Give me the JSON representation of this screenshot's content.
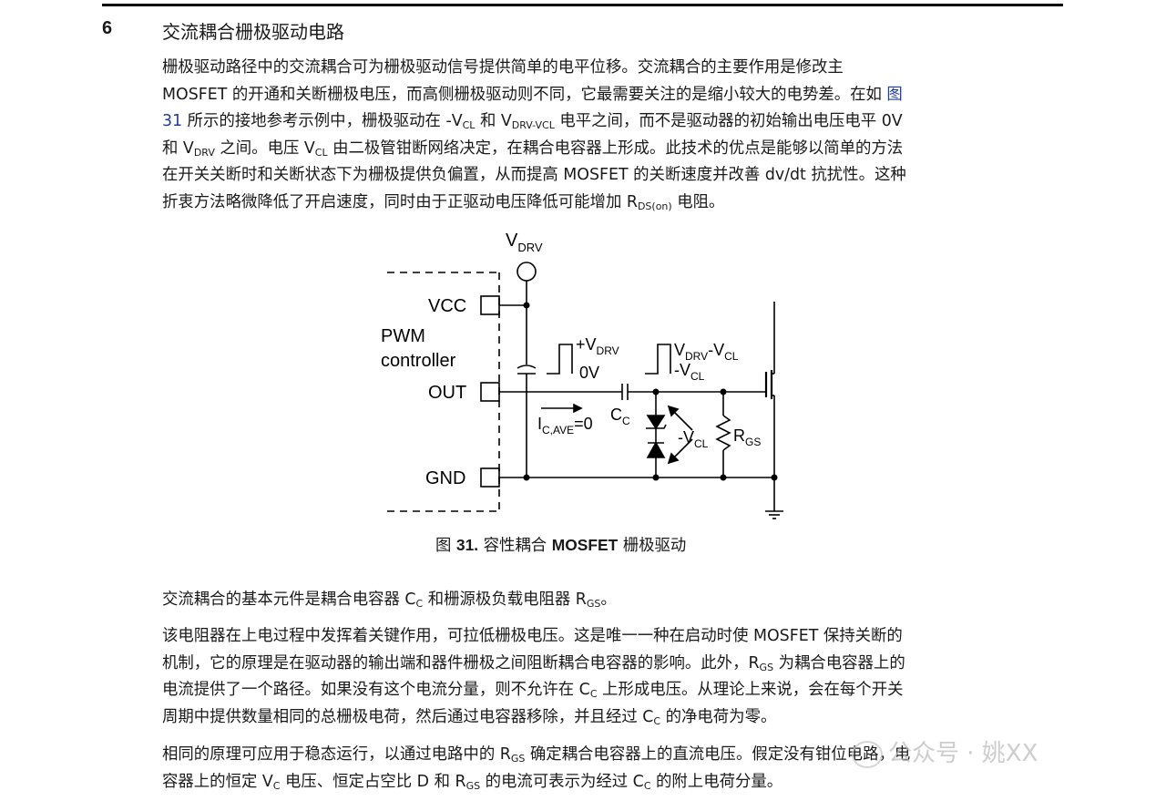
{
  "section": {
    "number": "6",
    "title": "交流耦合栅极驱动电路"
  },
  "intro": {
    "l1": "栅极驱动路径中的交流耦合可为栅极驱动信号提供简单的电平位移。交流耦合的主要作用是修改主",
    "l2": "MOSFET 的开通和关断栅极电压，而高侧栅极驱动则不同，它最需要关注的是缩小较大的电势差。在如 ",
    "l2_link": "图",
    "l3_link": "31",
    "l3a": " 所示的接地参考示例中，栅极驱动在 -V",
    "l3b": " 和 V",
    "l3c": " 电平之间，而不是驱动器的初始输出电压电平 0V",
    "l4a": "和 V",
    "l4b": " 之间。电压 V",
    "l4c": " 由二极管钳断网络决定，在耦合电容器上形成。此技术的优点是能够以简单的方法",
    "l5": "在开关关断时和关断状态下为栅极提供负偏置，从而提高 MOSFET 的关断速度并改善 dv/dt 抗扰性。这种",
    "l6a": "折衷方法略微降低了开启速度，同时由于正驱动电压降低可能增加 R",
    "l6b": " 电阻。"
  },
  "subs": {
    "cl": "CL",
    "drv_vcl": "DRV-VCL",
    "drv": "DRV",
    "ds_on": "DS(on)",
    "c": "C",
    "gs": "GS",
    "c_ave": "C,AVE"
  },
  "figure": {
    "v_label": "V",
    "vcc": "VCC",
    "pwm": "PWM",
    "controller": "controller",
    "out": "OUT",
    "gnd": "GND",
    "pos_pulse": "+V",
    "zero_v": "0V",
    "shift_pulse_a": "V",
    "shift_pulse_b": "-V",
    "shift_pulse_neg": "-V",
    "cc": "C",
    "ic": "I",
    "ic_val": "=0",
    "neg_vcl": "-V",
    "rgs": "R"
  },
  "caption": {
    "prefix": "图 ",
    "num": "31.",
    "text1": " 容性耦合 ",
    "bold": "MOSFET",
    "text2": " 栅极驱动"
  },
  "p2": {
    "a": "交流耦合的基本元件是耦合电容器 C",
    "b": " 和栅源极负载电阻器 R",
    "c": "。"
  },
  "p3": {
    "l1": "该电阻器在上电过程中发挥着关键作用，可拉低栅极电压。这是唯一一种在启动时使 MOSFET 保持关断的",
    "l2a": "机制，它的原理是在驱动器的输出端和器件栅极之间阻断耦合电容器的影响。此外，R",
    "l2b": " 为耦合电容器上的",
    "l3a": "电流提供了一个路径。如果没有这个电流分量，则不允许在 C",
    "l3b": " 上形成电压。从理论上来说，会在每个开关",
    "l4a": "周期中提供数量相同的总栅极电荷，然后通过电容器移除，并且经过 C",
    "l4b": " 的净电荷为零。"
  },
  "p4": {
    "l1a": "相同的原理可应用于稳态运行，以通过电路中的 R",
    "l1b": " 确定耦合电容器上的直流电压。假定没有钳位电路，电",
    "l2a": "容器上的恒定 V",
    "l2b": " 电压、恒定占空比 D 和 R",
    "l2c": " 的电流可表示为经过 C",
    "l2d": " 的附上电荷分量。"
  },
  "watermark": "公众号 · 姚XX"
}
